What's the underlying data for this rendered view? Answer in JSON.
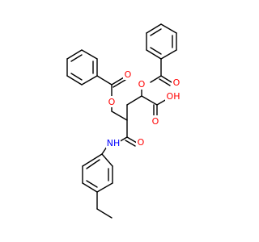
{
  "molecule": {
    "atoms": [
      {
        "id": "O_ester1",
        "label": "O",
        "color": "#ff0000"
      },
      {
        "id": "O_ester2",
        "label": "O",
        "color": "#ff0000"
      },
      {
        "id": "O_carbonyl1",
        "label": "O",
        "color": "#ff0000"
      },
      {
        "id": "O_carbonyl2",
        "label": "O",
        "color": "#ff0000"
      },
      {
        "id": "OH_acid",
        "label": "OH",
        "color": "#ff0000"
      },
      {
        "id": "O_acid",
        "label": "O",
        "color": "#ff0000"
      },
      {
        "id": "O_amide",
        "label": "O",
        "color": "#ff0000"
      },
      {
        "id": "NH_amide",
        "label": "NH",
        "color": "#0000ff"
      }
    ],
    "bond_color": "#000000"
  }
}
